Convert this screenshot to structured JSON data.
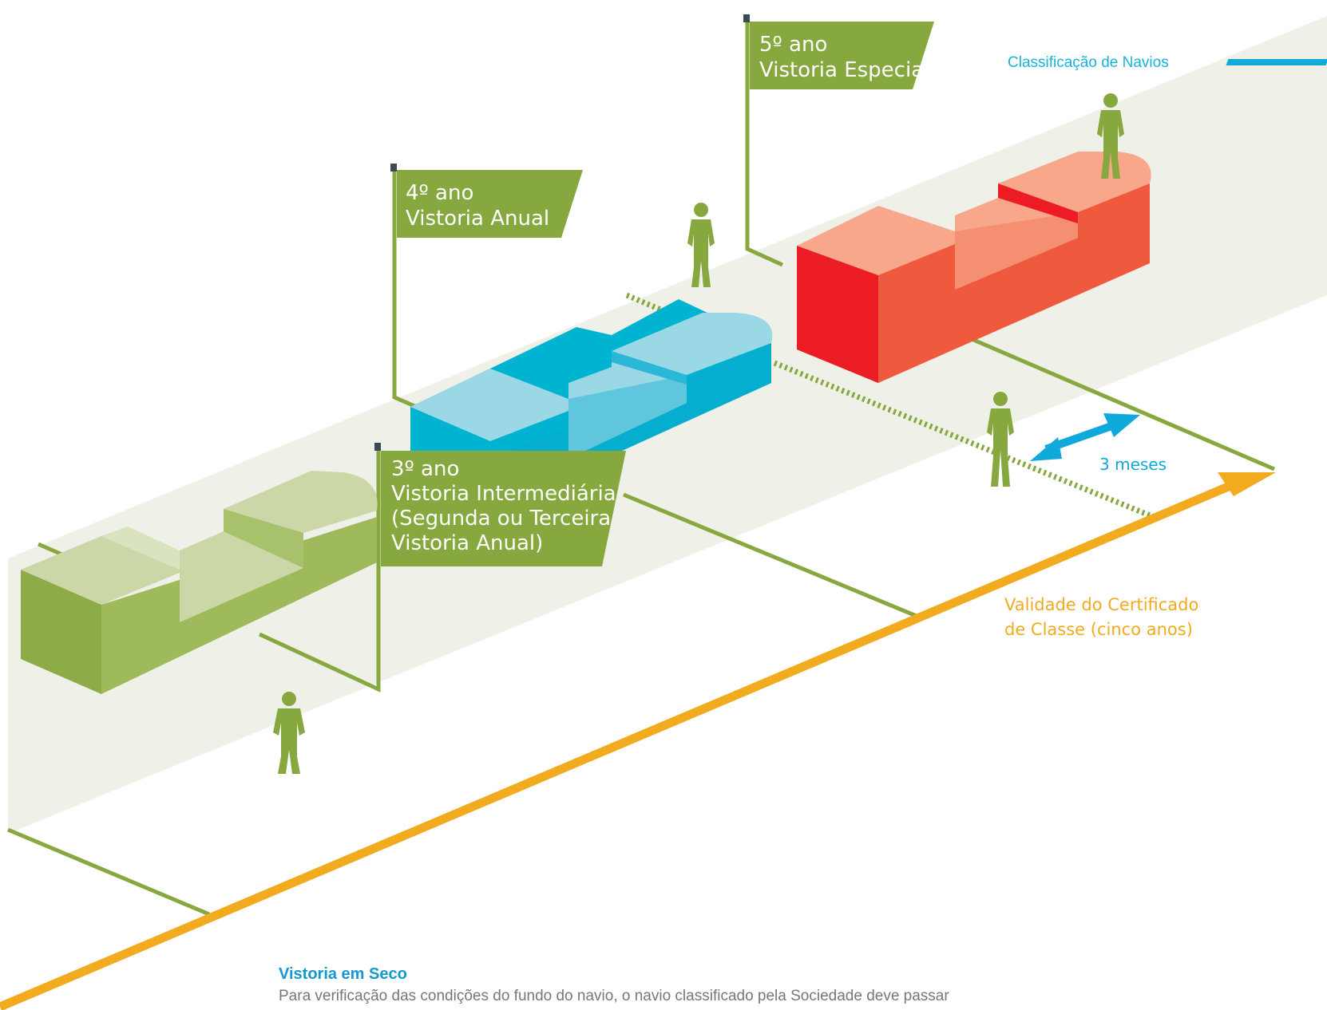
{
  "header": {
    "title": "Classificação de Navios",
    "accent_color": "#12a8d8"
  },
  "flags": [
    {
      "line1": "3º ano",
      "line2": "Vistoria Intermediária",
      "line3": "(Segunda ou Terceira",
      "line4": "Vistoria Anual)"
    },
    {
      "line1": "4º ano",
      "line2": "Vistoria Anual"
    },
    {
      "line1": "5º ano",
      "line2": "Vistoria Especial"
    }
  ],
  "interval_label": "3 meses",
  "validity": {
    "line1": "Validade do Certificado",
    "line2": "de Classe (cinco anos)",
    "color": "#f2ab1f"
  },
  "ships": [
    {
      "color": "#99b95a",
      "label": "green"
    },
    {
      "color": "#05b2d2",
      "label": "blue"
    },
    {
      "color": "#ee4b38",
      "label": "red"
    }
  ],
  "note": {
    "title": "Vistoria em Seco",
    "body": "Para verificação das condições do fundo do navio, o navio classificado pela Sociedade deve passar"
  }
}
